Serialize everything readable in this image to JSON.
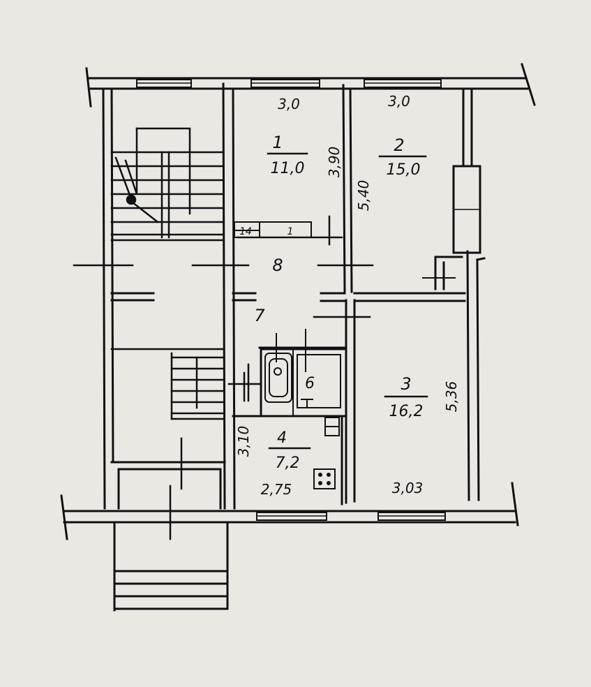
{
  "plan": {
    "paper_color": "#e9e8e3",
    "ink_color": "#111111",
    "rooms": [
      {
        "number": "1",
        "area": "11,0"
      },
      {
        "number": "2",
        "area": "15,0"
      },
      {
        "number": "3",
        "area": "16,2"
      },
      {
        "number": "4",
        "area": "7,2"
      },
      {
        "number": "6"
      },
      {
        "number": "7"
      },
      {
        "number": "8"
      },
      {
        "number": "14"
      },
      {
        "number": "1"
      }
    ],
    "dimensions": [
      "3,0",
      "3,0",
      "3,90",
      "5,40",
      "5,36",
      "3,10",
      "2,75",
      "3,03"
    ]
  }
}
